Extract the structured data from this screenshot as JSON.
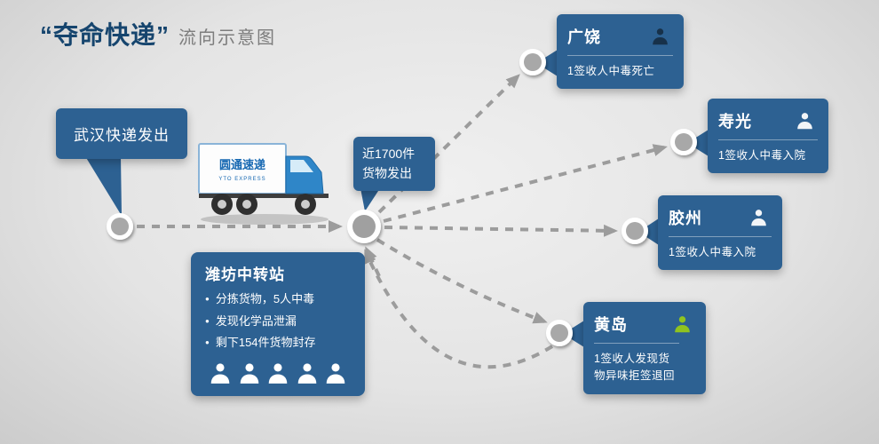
{
  "title": {
    "quoted": "“夺命快递”",
    "suffix": "流向示意图"
  },
  "origin": {
    "label": "武汉快递发出"
  },
  "truck": {
    "brand_cn": "圆通速递",
    "brand_en": "YTO EXPRESS"
  },
  "shipment": {
    "line1": "近1700件",
    "line2": "货物发出"
  },
  "transfer": {
    "title": "潍坊中转站",
    "bullets": [
      "分拣货物，5人中毒",
      "发现化学品泄漏",
      "剩下154件货物封存"
    ],
    "victim_icon_count": 5
  },
  "destinations": [
    {
      "name": "广饶",
      "caption": "1签收人中毒死亡",
      "icon_color": "#17314a"
    },
    {
      "name": "寿光",
      "caption": "1签收人中毒入院",
      "icon_color": "#f2f5f8"
    },
    {
      "name": "胶州",
      "caption": "1签收人中毒入院",
      "icon_color": "#f2f5f8"
    },
    {
      "name": "黄岛",
      "caption": "1签收人发现货物异味拒签退回",
      "icon_color": "#8fc320"
    }
  ],
  "colors": {
    "box_blue": "#2d6192",
    "title_navy": "#16456e",
    "line_gray": "#9c9c9c",
    "node_gray": "#a8a8a8",
    "highlight_green": "#8fc320",
    "brand_blue": "#1668b2"
  }
}
